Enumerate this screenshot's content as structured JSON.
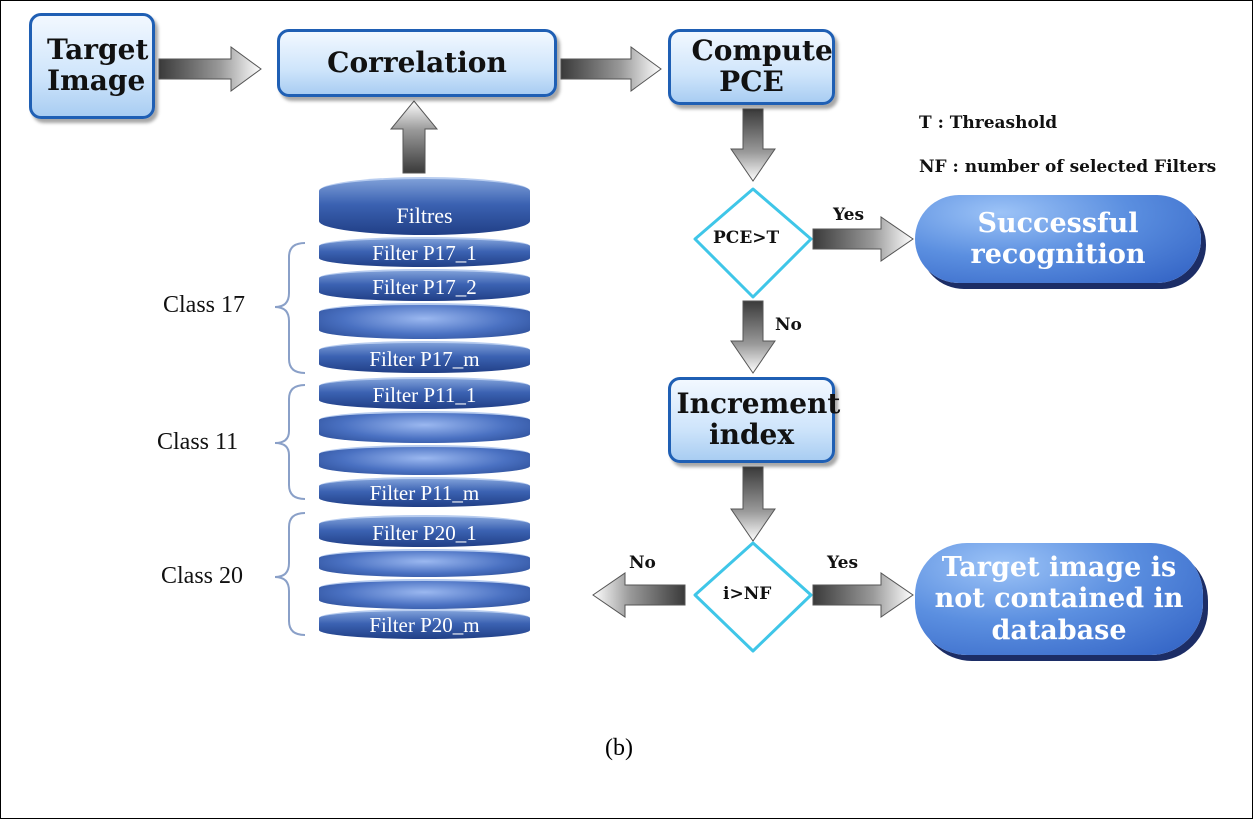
{
  "boxes": {
    "target_image": "Target Image",
    "correlation": "Correlation",
    "compute_pce": "Compute PCE",
    "increment_index": "Increment index"
  },
  "decisions": {
    "pce_gt_t": "PCE>T",
    "i_gt_nf": "i>NF"
  },
  "results": {
    "success": "Successful recognition",
    "not_contained": "Target image is not contained in database"
  },
  "legend": {
    "t": "T : Threashold",
    "nf": "NF : number of selected Filters"
  },
  "edge_labels": {
    "yes1": "Yes",
    "no1": "No",
    "yes2": "Yes",
    "no2": "No"
  },
  "database": {
    "top": "Filtres",
    "filters": [
      "Filter P17_1",
      "Filter P17_2",
      "",
      "Filter P17_m",
      "Filter P11_1",
      "",
      "",
      "Filter P11_m",
      "Filter P20_1",
      "",
      "",
      "Filter P20_m"
    ],
    "classes": [
      "Class 17",
      "Class 11",
      "Class 20"
    ]
  },
  "caption": "(b)",
  "colors": {
    "box_border": "#1f5fb4",
    "diamond_border": "#3fc6e8",
    "disk_blue": "#3b62b2",
    "pill_blue": "#4a7ad6"
  }
}
